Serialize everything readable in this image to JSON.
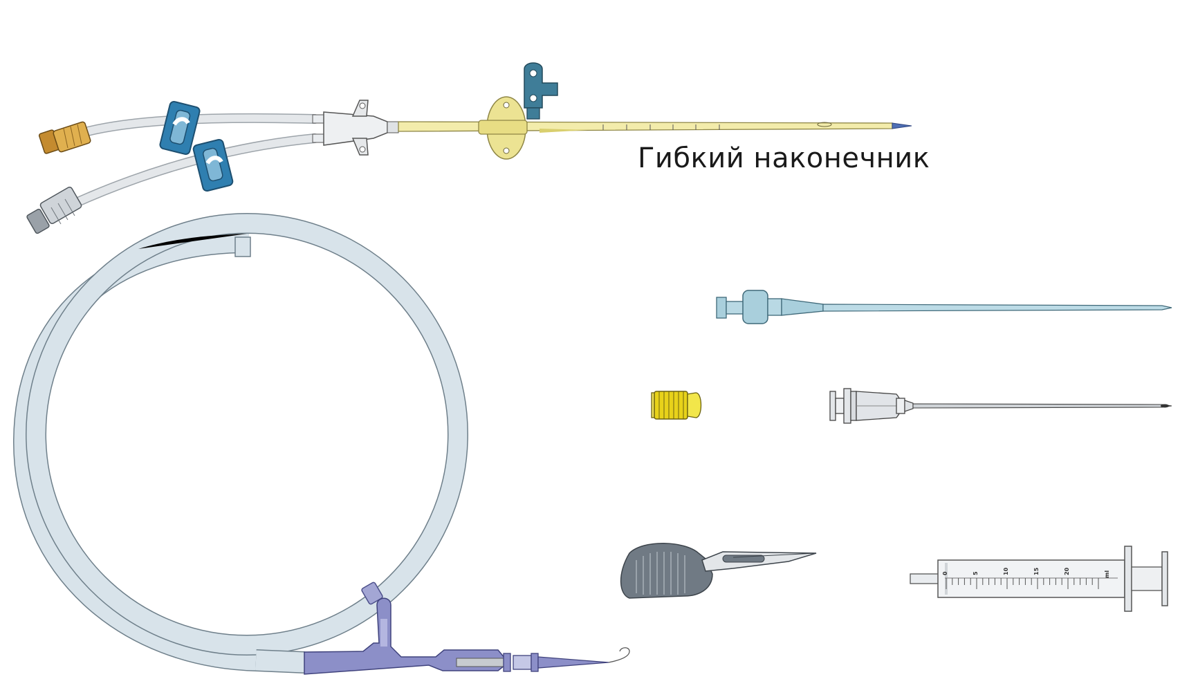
{
  "caption": "Гибкий наконечник",
  "syringe": {
    "scale_labels": [
      "0",
      "5",
      "10",
      "15",
      "20",
      "ml"
    ]
  },
  "colors": {
    "catheter_body": "#f3ecab",
    "clamp_blue": "#2f7fb0",
    "luer_orange": "#d9a641",
    "luer_grey": "#c8cdd2",
    "guidewire_dispenser": "#d8e3ea",
    "advancer_purple": "#8c8fc8",
    "dilator_blue": "#a9cfdc",
    "cap_yellow": "#e8d21a",
    "scalpel_grey": "#707a84"
  },
  "icons": {
    "catheter": "central-venous-catheter-icon",
    "guidewire": "guidewire-dispenser-icon",
    "dilator": "dilator-icon",
    "cap": "injection-cap-icon",
    "needle": "introducer-needle-icon",
    "scalpel": "scalpel-icon",
    "syringe": "syringe-icon"
  }
}
